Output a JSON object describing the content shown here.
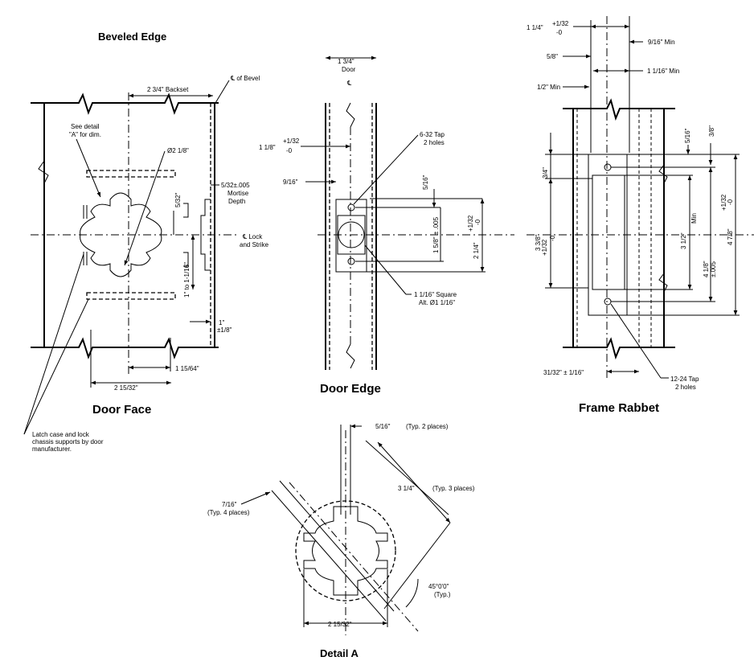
{
  "titles": {
    "beveled_edge": "Beveled Edge",
    "door_face": "Door Face",
    "door_edge": "Door Edge",
    "frame_rabbet": "Frame Rabbet",
    "detail_a": "Detail A"
  },
  "door_face": {
    "backset": "2 3/4\" Backset",
    "cl_bevel": "℄ of Bevel",
    "see_detail_1": "See detail",
    "see_detail_2": "\"A\" for dim.",
    "dia": "Ø2 1/8\"",
    "mortise_1": "5/32±.005",
    "mortise_2": "Mortise",
    "mortise_3": "Depth",
    "dim_5_32": "5/32\"",
    "cl_lock_1": "℄  Lock",
    "cl_lock_2": "and Strike",
    "one_to": "1\" to 1-1/16\"",
    "one_1": "1\"",
    "one_2": "±1/8\"",
    "dim_1_15_64": "1 15/64\"",
    "dim_2_15_32": "2 15/32\"",
    "latch_1": "Latch case and lock",
    "latch_2": "chassis supports by door",
    "latch_3": "manufacturer."
  },
  "door_edge": {
    "door_thk": "1 3/4\"",
    "door_lbl": "Door",
    "cl": "℄",
    "d118": "1 1/8\"",
    "tol_p": "+1/32",
    "tol_m": "-0",
    "d916": "9/16\"",
    "tap_1": "6-32 Tap",
    "tap_2": "2 holes",
    "d516": "5/16\"",
    "d158": "1 5/8\" ± .005",
    "d214": "2 1/4\"",
    "tol2_p": "+1/32",
    "tol2_m": "-0",
    "sq_1": "1 1/16\" Square",
    "sq_2": "Alt. Ø1 1/16\""
  },
  "frame_rabbet": {
    "d114": "1 1/4\"",
    "tol_p": "+1/32",
    "tol_m": "-0",
    "d916min": "9/16\" Min",
    "d58": "5/8\"",
    "d1116min": "1 1/16\" Min",
    "d12min": "1/2\" Min",
    "d516": "5/16\"",
    "d38": "3/8\"",
    "d34": "3/4\"",
    "d338": "3 3/8\"",
    "d338_p": "+1/32",
    "d338_m": "-0",
    "d312": "3 1/2\"",
    "min": "Min",
    "d418": "4 1/8\"",
    "d418_tol": "±.005",
    "d478": "4 7/8\"",
    "d478_p": "+1/32",
    "d478_m": "-0",
    "d3132": "31/32\" ± 1/16\"",
    "tap_1": "12-24 Tap",
    "tap_2": "2 holes"
  },
  "detail_a": {
    "d516": "5/16\"",
    "typ2": "(Typ. 2 places)",
    "d314": "3 1/4\"",
    "typ3": "(Typ. 3 places)",
    "d716": "7/16\"",
    "typ4": "(Typ. 4 places)",
    "ang": "45°0'0\"",
    "typ": "(Typ.)",
    "d21532": "2 15/32\""
  }
}
